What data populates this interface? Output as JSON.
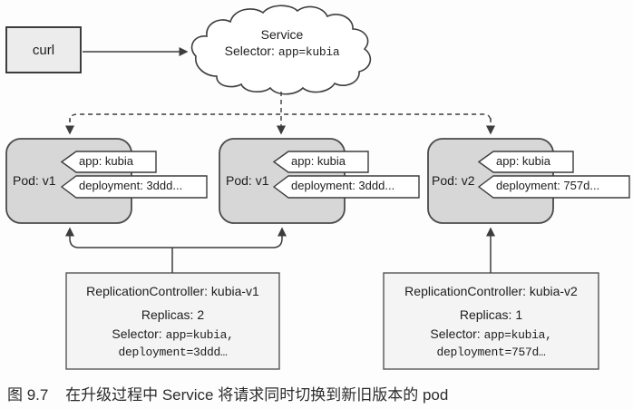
{
  "figure_caption": {
    "label": "图 9.7",
    "text": "在升级过程中 Service 将请求同时切换到新旧版本的 pod"
  },
  "client_box": {
    "label": "curl"
  },
  "service_cloud": {
    "title": "Service",
    "selector_label": "Selector:",
    "selector_value": "app=kubia"
  },
  "pods": [
    {
      "name": "Pod: v1",
      "label_app": "app: kubia",
      "label_deployment": "deployment: 3ddd..."
    },
    {
      "name": "Pod: v1",
      "label_app": "app: kubia",
      "label_deployment": "deployment: 3ddd..."
    },
    {
      "name": "Pod: v2",
      "label_app": "app: kubia",
      "label_deployment": "deployment: 757d..."
    }
  ],
  "replication_controllers": [
    {
      "title": "ReplicationController: kubia-v1",
      "replicas": "Replicas: 2",
      "selector_label": "Selector:",
      "selector_value": "app=kubia,",
      "selector_value2": "deployment=3ddd…"
    },
    {
      "title": "ReplicationController: kubia-v2",
      "replicas": "Replicas: 1",
      "selector_label": "Selector:",
      "selector_value": "app=kubia,",
      "selector_value2": "deployment=757d…"
    }
  ],
  "colors": {
    "stroke": "#3d3d3d",
    "pod_fill": "#d7d7d7",
    "box_fill": "#ececec",
    "rc_fill": "#f4f4f4"
  }
}
